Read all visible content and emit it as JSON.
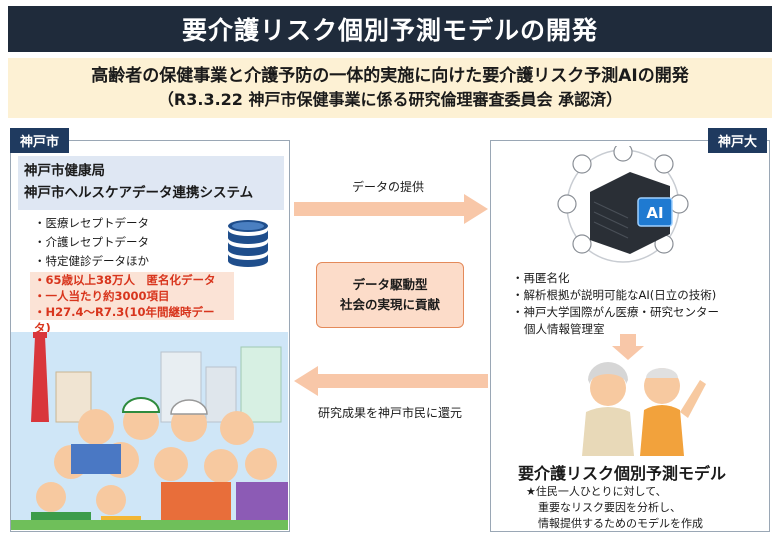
{
  "title": "要介護リスク個別予測モデルの開発",
  "subtitle": {
    "line1": "高齢者の保健事業と介護予防の一体的実施に向けた要介護リスク予測AIの開発",
    "line2": "（R3.3.22 神戸市保健事業に係る研究倫理審査委員会 承認済）"
  },
  "left": {
    "tag": "神戸市",
    "agency_line1": "神戸市健康局",
    "agency_line2": "神戸市ヘルスケアデータ連携システム",
    "data_items": [
      "医療レセプトデータ",
      "介護レセプトデータ",
      "特定健診データほか"
    ],
    "stats": [
      "65歳以上38万人　匿名化データ",
      "一人当たり約3000項目",
      "H27.4～R7.3(10年間継時データ)"
    ]
  },
  "right": {
    "tag": "神戸大",
    "ai_label": "AI",
    "items": [
      "再匿名化",
      "解析根拠が説明可能なAI(日立の技術)",
      "神戸大学国際がん医療・研究センター"
    ],
    "items_indent": "個人情報管理室",
    "model_title": "要介護リスク個別予測モデル",
    "model_desc": [
      "★住民一人ひとりに対して、",
      "重要なリスク要因を分析し、",
      "情報提供するためのモデルを作成"
    ]
  },
  "center": {
    "data_provide": "データの提供",
    "box_line1": "データ駆動型",
    "box_line2": "社会の実現に貢献",
    "return_results": "研究成果を神戸市民に還元"
  },
  "colors": {
    "title_bg": "#1f2b3b",
    "subtitle_bg": "#fdf1d4",
    "tag_bg": "#1f3a5f",
    "arrow": "#f8c7a8",
    "red_text": "#d8351d"
  }
}
